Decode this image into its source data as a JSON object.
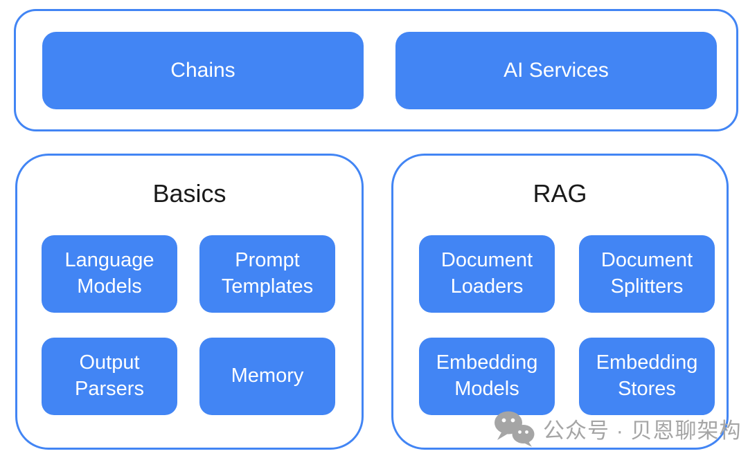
{
  "colors": {
    "accent_blue": "#4285f4",
    "box_fill": "#4285f4",
    "box_text": "#ffffff",
    "title_text": "#1a1a1a",
    "watermark_gray": "#a5a5a5",
    "background": "#ffffff"
  },
  "top_section": {
    "boxes": [
      {
        "label": "Chains"
      },
      {
        "label": "AI Services"
      }
    ]
  },
  "groups": [
    {
      "title": "Basics",
      "boxes": [
        {
          "label": "Language Models"
        },
        {
          "label": "Prompt Templates"
        },
        {
          "label": "Output Parsers"
        },
        {
          "label": "Memory"
        }
      ]
    },
    {
      "title": "RAG",
      "boxes": [
        {
          "label": "Document Loaders"
        },
        {
          "label": "Document Splitters"
        },
        {
          "label": "Embedding Models"
        },
        {
          "label": "Embedding Stores"
        }
      ]
    }
  ],
  "watermark": {
    "icon": "wechat-icon",
    "text": "公众号 · 贝恩聊架构"
  }
}
